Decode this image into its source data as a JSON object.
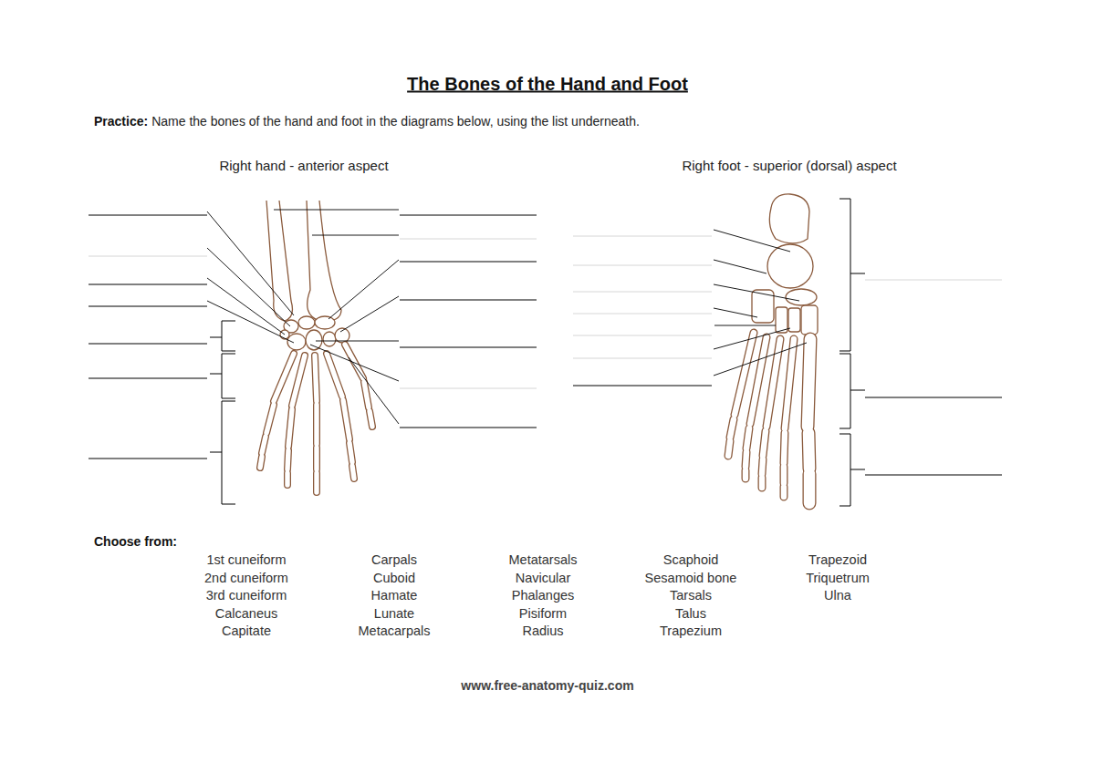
{
  "diagram": {
    "title": "The Bones of the Hand and Foot",
    "labels": [
      "Practice:",
      "Name the bones of the hand and foot in the diagrams below, using the list underneath.",
      "Right hand - anterior aspect",
      "Right foot - superior (dorsal) aspect",
      "Choose from:",
      "1st cuneiform",
      "2nd cuneiform",
      "3rd cuneiform",
      "Calcaneus",
      "Capitate",
      "Carpals",
      "Cuboid",
      "Hamate",
      "Lunate",
      "Metacarpals",
      "Metatarsals",
      "Navicular",
      "Phalanges",
      "Pisiform",
      "Radius",
      "Scaphoid",
      "Sesamoid bone",
      "Tarsals",
      "Talus",
      "Trapezium",
      "Trapezoid",
      "Triquetrum",
      "Ulna",
      "www.free-anatomy-quiz.com"
    ]
  }
}
